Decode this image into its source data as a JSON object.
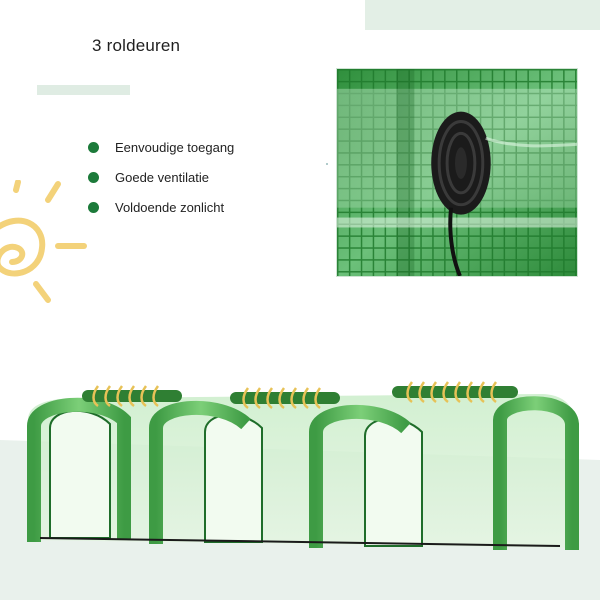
{
  "header": {
    "title": "3 roldeuren"
  },
  "features": [
    {
      "label": "Eenvoudige toegang"
    },
    {
      "label": "Goede ventilatie"
    },
    {
      "label": "Voldoende zonlicht"
    }
  ],
  "colors": {
    "accent_green": "#1c7a3a",
    "mesh_green": "#3fa34d",
    "pale_mint": "#e3efe6",
    "sun_yellow": "#f3d27a"
  },
  "icons": [
    "bullet-dot-icon",
    "sun-doodle-icon"
  ]
}
